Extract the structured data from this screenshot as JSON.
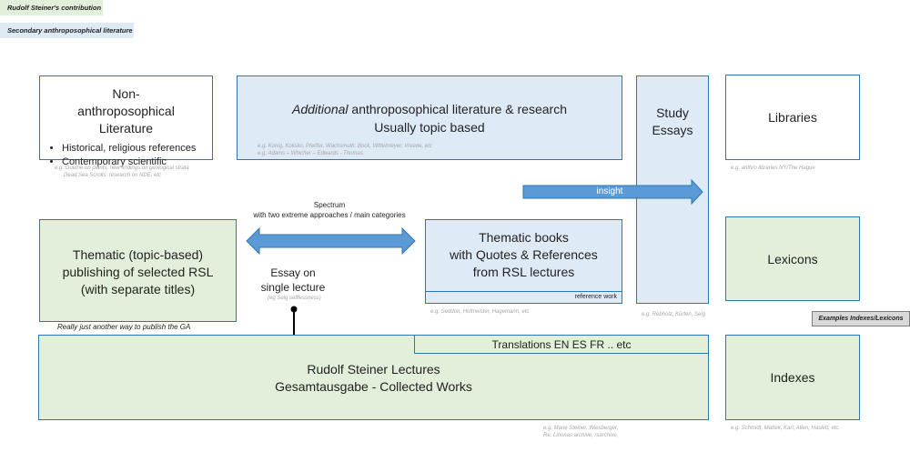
{
  "legend": {
    "rsc": "Rudolf Steiner's contribution",
    "secondary": "Secondary anthroposophical literature"
  },
  "non_anthro": {
    "title": "Non-anthroposophical Literature",
    "bullets": [
      "Historical, religious references",
      "Contemporary scientific"
    ],
    "note_line1": "e.g. Goethe on plants, new findings on geological strata",
    "note_line2": "Dead Sea Scrolls, research on NDE, etc"
  },
  "additional": {
    "title_italic": "Additional",
    "title_rest": " anthroposophical literature & research",
    "subtitle": "Usually topic based",
    "note_line1": "e.g. Konig, Kolisko, Pfeiffer, Wachsmuth, Bock, Wittelmeyer, Vreede, etc",
    "note_line2": "e.g. Adams – Whicher – Edwards - Thomas"
  },
  "study": {
    "line1": "Study",
    "line2": "Essays",
    "arrow_label": "insight",
    "note": "e.g. Rebholz, Kürten, Selg"
  },
  "libraries": {
    "title": "Libraries",
    "note": "e.g. anthro libraries NY/The Hague"
  },
  "spectrum": {
    "line1": "Spectrum",
    "line2": "with two extreme approaches / main categories"
  },
  "thematic_publishing": {
    "line1": "Thematic (topic-based)",
    "line2": "publishing of selected RSL",
    "line3": "(with separate titles)",
    "caption": "Really just another way to publish the GA"
  },
  "essay": {
    "line1": "Essay on",
    "line2": "single lecture",
    "note": "(eg Selg selflessness)"
  },
  "thematic_books": {
    "line1": "Thematic books",
    "line2": "with Quotes & References",
    "line3": "from RSL lectures",
    "tag": "reference work",
    "note": "e.g. Seddon, Hofmeister, Hagemann, etc"
  },
  "lexicons": {
    "title": "Lexicons"
  },
  "examples_button": "Examples Indexes/Lexicons",
  "translations": "Translations EN ES FR .. etc",
  "lectures": {
    "line1": "Rudolf Steiner Lectures",
    "line2": "Gesamtausgabe - Collected Works",
    "note_line1": "e.g. Marie Steiner, Wiesberger,",
    "note_line2": "Re: Linonas archive, rsarchive,"
  },
  "indexes": {
    "title": "Indexes",
    "note": "e.g. Schmidt, Mattek, Karl, Allen, Haslett, etc."
  },
  "colors": {
    "green_fill": "#e2efda",
    "blue_fill": "#deebf7",
    "border": "#2e75b6",
    "arrow": "#5b9bd5"
  }
}
